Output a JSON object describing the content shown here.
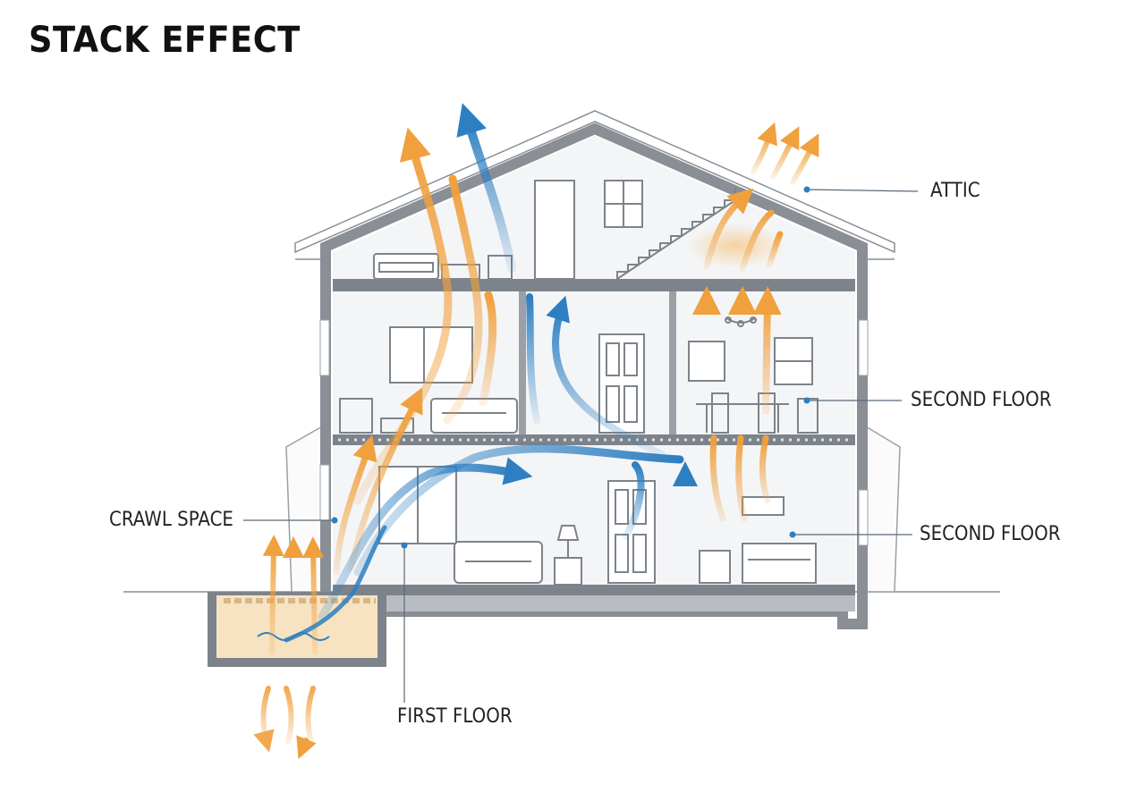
{
  "title": "STACK EFFECT",
  "labels": {
    "attic": "ATTIC",
    "second_floor_upper": "SECOND FLOOR",
    "second_floor_lower": "SECOND FLOOR",
    "crawl_space": "CRAWL SPACE",
    "first_floor": "FIRST FLOOR"
  },
  "colors": {
    "warm_air": "#f0a03c",
    "cool_air": "#2d7fc1",
    "wall": "#8a8f96",
    "leader": "#5a6a7a",
    "crawl_fill": "#f7e3c2"
  },
  "icons": [
    "house-section-icon",
    "stairs-icon",
    "window-icon",
    "door-icon",
    "sofa-icon",
    "chair-icon",
    "table-icon",
    "lamp-icon",
    "chandelier-icon",
    "bed-icon"
  ]
}
